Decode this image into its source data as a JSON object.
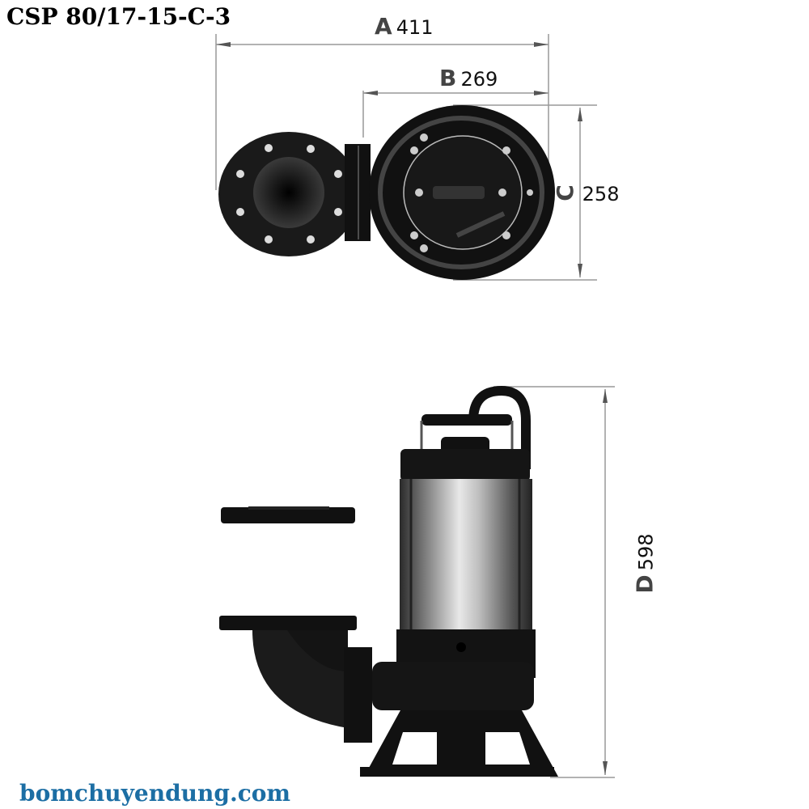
{
  "title": "CSP 80/17-15-C-3",
  "footer": {
    "website": "bomchuyendung.com",
    "color": "#1c6ea4"
  },
  "dimensions": {
    "A": {
      "letter": "A",
      "value": "411"
    },
    "B": {
      "letter": "B",
      "value": "269"
    },
    "C": {
      "letter": "C",
      "value": "258"
    },
    "D": {
      "letter": "D",
      "value": "598"
    }
  },
  "views": {
    "top": "top-view-pump-drawing",
    "side": "side-view-pump-drawing"
  }
}
